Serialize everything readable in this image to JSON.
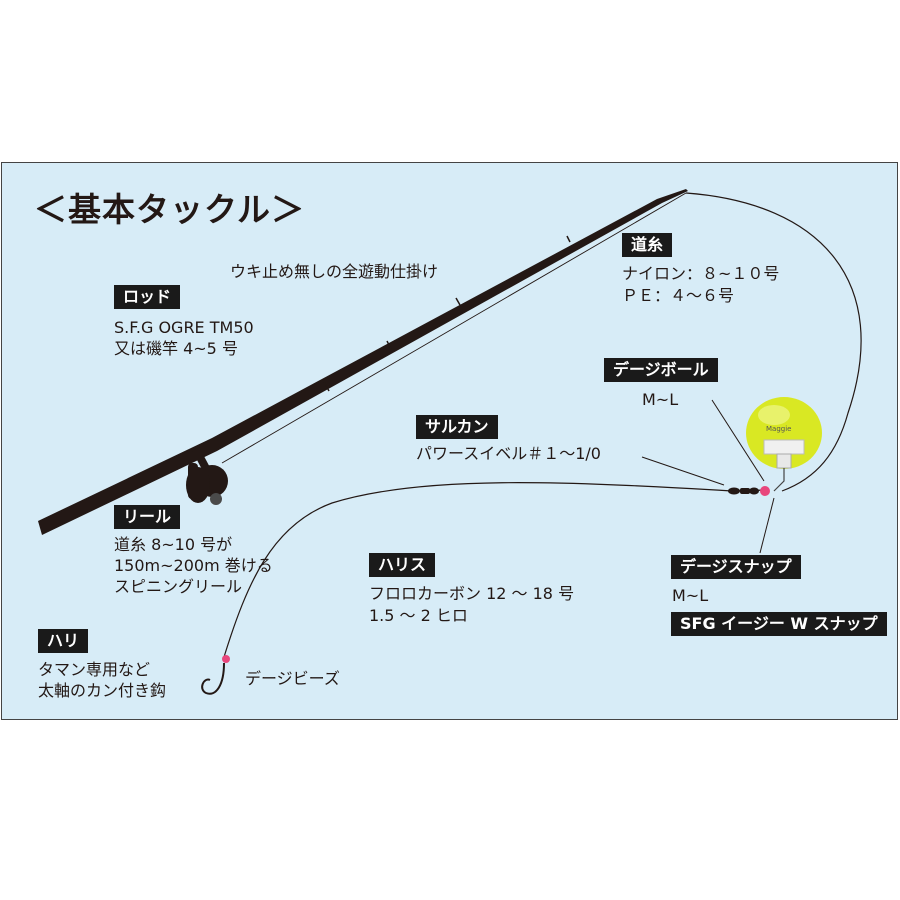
{
  "title": "＜基本タックル＞",
  "caption": "ウキ止め無しの全遊動仕掛け",
  "rod": {
    "label": "ロッド",
    "lines": [
      "S.F.G OGRE TM50",
      "又は磯竿 4~5 号"
    ]
  },
  "main_line": {
    "label": "道糸",
    "lines": [
      "ナイロン：８~１０号",
      "ＰＥ：４～６号"
    ]
  },
  "float": {
    "label": "デージボール",
    "size": "M~L",
    "brand_text": "Maggie"
  },
  "swivel": {
    "label": "サルカン",
    "desc": "パワースイベル＃１～1/0"
  },
  "reel": {
    "label": "リール",
    "lines": [
      "道糸 8~10 号が",
      "150m~200m 巻ける",
      "スピニングリール"
    ]
  },
  "leader": {
    "label": "ハリス",
    "lines": [
      "フロロカーボン 12 ～ 18 号",
      "1.5 ～ 2 ヒロ"
    ]
  },
  "snap": {
    "label": "デージスナップ",
    "size": "M~L",
    "product": "SFG イージー W スナップ"
  },
  "hook": {
    "label": "ハリ",
    "lines": [
      "タマン専用など",
      "太軸のカン付き鈎"
    ]
  },
  "bead": {
    "desc": "デージビーズ"
  },
  "colors": {
    "background": "#d7ecf7",
    "label_bg": "#1a1a1a",
    "float": "#d9e823",
    "bead": "#e8467c"
  }
}
